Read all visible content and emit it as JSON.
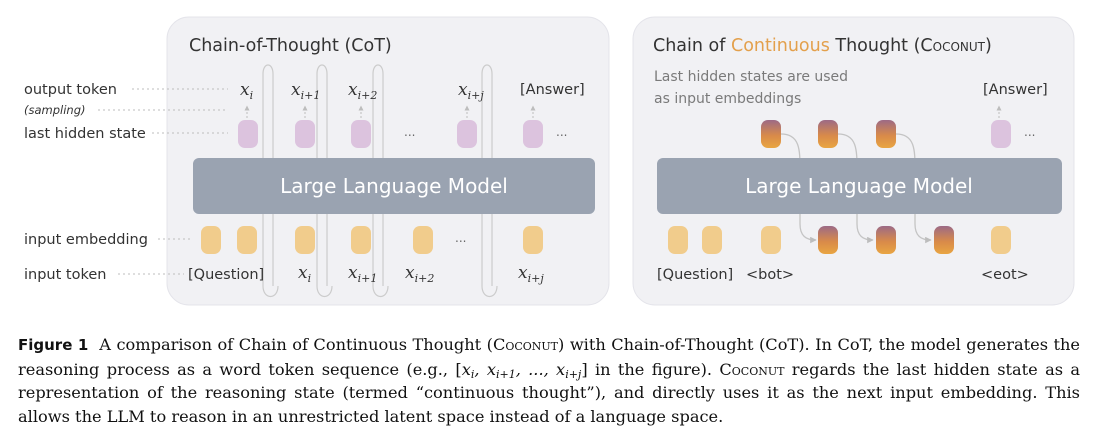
{
  "cot_panel": {
    "title": "Chain-of-Thought (CoT)",
    "row_labels": {
      "output_token": "output token",
      "sampling": "(sampling)",
      "last_hidden_state": "last hidden state",
      "input_embedding": "input embedding",
      "input_token": "input token"
    },
    "model_label": "Large Language Model",
    "output_tokens": [
      {
        "base": "x",
        "sub": "i"
      },
      {
        "base": "x",
        "sub": "i+1"
      },
      {
        "base": "x",
        "sub": "i+2"
      },
      {
        "base": "x",
        "sub": "i+j"
      }
    ],
    "answer_label": "[Answer]",
    "question_label": "[Question]",
    "input_tokens": [
      {
        "base": "x",
        "sub": "i"
      },
      {
        "base": "x",
        "sub": "i+1"
      },
      {
        "base": "x",
        "sub": "i+2"
      },
      {
        "base": "x",
        "sub": "i+j"
      }
    ],
    "ellipsis": "..."
  },
  "coconut_panel": {
    "title_prefix": "Chain of ",
    "title_highlight": "Continuous",
    "title_suffix": " Thought (",
    "title_name": "Coconut",
    "title_close": ")",
    "note_line1": "Last hidden states are used",
    "note_line2": "as input embeddings",
    "model_label": "Large Language Model",
    "answer_label": "[Answer]",
    "question_label": "[Question]",
    "bot_label": "<bot>",
    "eot_label": "<eot>",
    "ellipsis": "..."
  },
  "caption": {
    "figure_label": "Figure 1",
    "text_1": "A comparison of Chain of Continuous Thought (",
    "coconut_1": "Coconut",
    "text_2": ") with Chain-of-Thought (CoT). In CoT, the model generates the reasoning process as a word token sequence (e.g., [",
    "text_3": "] in the figure). ",
    "coconut_2": "Coconut",
    "text_4": " regards the last hidden state as a representation of the reasoning state (termed “continuous thought”), and directly uses it as the next input embedding. This allows the LLM to reason in an unrestricted latent space instead of a language space."
  },
  "colors": {
    "panel_bg": "#f1f1f4",
    "panel_border": "#e2e2e8",
    "model_block": "#9aa3b1",
    "hidden_state": "#dcc3de",
    "embedding": "#f1cc8c",
    "continuous_top": "#9c6a86",
    "continuous_bottom": "#e49a3b",
    "highlight_text": "#e3a04c",
    "connector": "#c8c8c8"
  }
}
